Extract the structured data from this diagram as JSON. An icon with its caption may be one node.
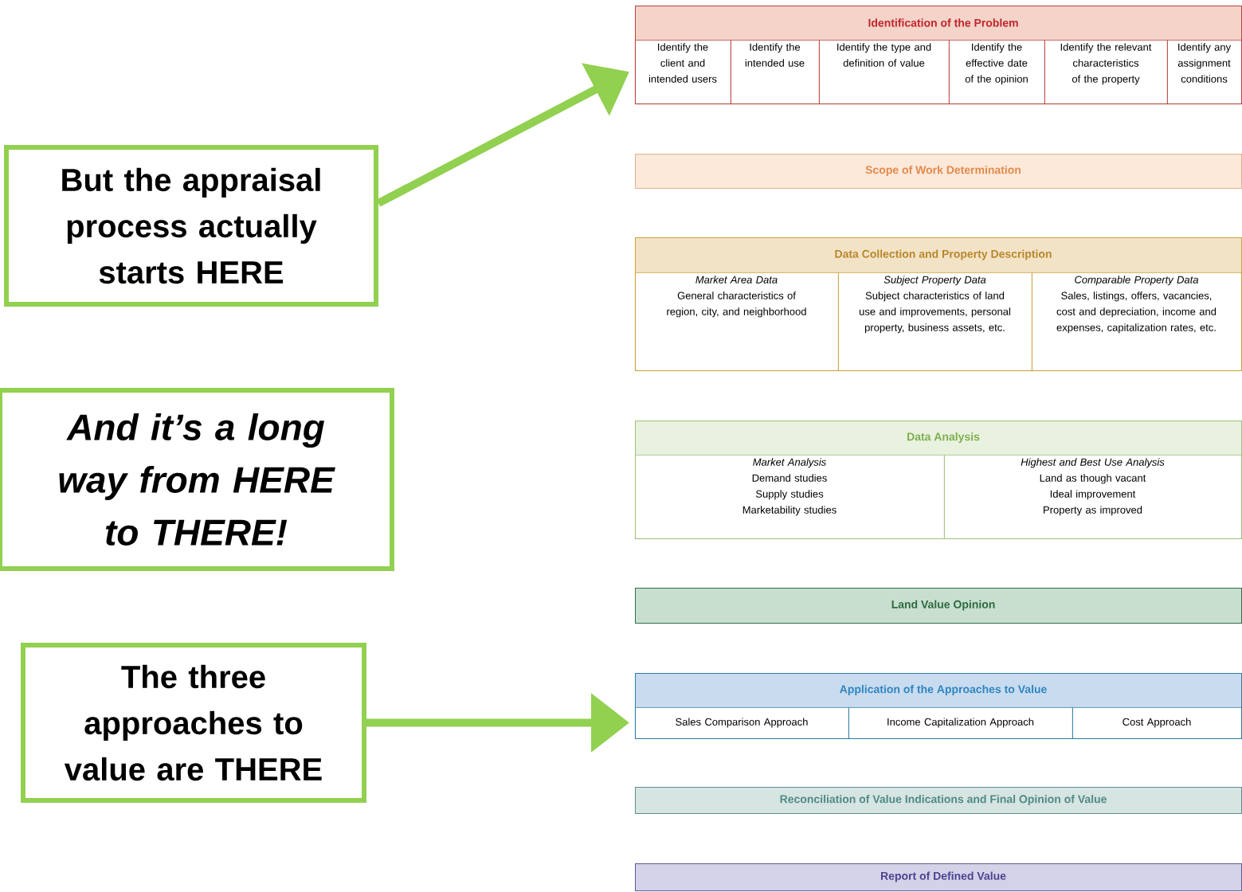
{
  "diagram": {
    "nodes": [
      {
        "text": [
          "But the appraisal process actually starts HERE"
        ]
      },
      {
        "text": [
          "And it’s a long way from HERE to THERE!"
        ]
      },
      {
        "text": [
          "The three approaches to value are THERE"
        ]
      },
      {
        "text": [
          "Identification of the Problem"
        ]
      },
      {
        "text": [
          "Identify the client and intended users"
        ],
        "in": 3
      },
      {
        "text": [
          "Identify the intended use"
        ],
        "in": 3
      },
      {
        "text": [
          "Identify the type and definition of value"
        ],
        "in": 3
      },
      {
        "text": [
          "Identify the effective date of the opinion"
        ],
        "in": 3
      },
      {
        "text": [
          "Identify the relevant characteristics of the property"
        ],
        "in": 3
      },
      {
        "text": [
          "Identify any assignment conditions"
        ],
        "in": 3
      },
      {
        "text": [
          "Scope of Work Determination"
        ]
      },
      {
        "text": [
          "Data Collection and Property Description"
        ]
      },
      {
        "text": [
          "Market Area Data",
          "General characteristics of region, city, and neighborhood"
        ],
        "in": 11
      },
      {
        "text": [
          "Subject Property Data",
          "Subject characteristics of land use and improvements, personal property, business assets, etc."
        ],
        "in": 11
      },
      {
        "text": [
          "Comparable Property Data",
          "Sales, listings, offers, vacancies, cost and depreciation, income and expenses, capitalization rates, etc."
        ],
        "in": 11
      },
      {
        "text": [
          "Data Analysis"
        ]
      },
      {
        "text": [
          "Market Analysis",
          "Demand studies",
          "Supply studies",
          "Marketability studies"
        ],
        "in": 15
      },
      {
        "text": [
          "Highest and Best Use Analysis",
          "Land as though vacant",
          "Ideal improvement",
          "Property as improved"
        ],
        "in": 15
      },
      {
        "text": [
          "Land Value Opinion"
        ]
      },
      {
        "text": [
          "Application of the Approaches to Value"
        ]
      },
      {
        "text": [
          "Sales Comparison Approach"
        ],
        "in": 19
      },
      {
        "text": [
          "Income Capitalization Approach"
        ],
        "in": 19
      },
      {
        "text": [
          "Cost Approach"
        ],
        "in": 19
      },
      {
        "text": [
          "Reconciliation of Value Indications and Final Opinion of Value"
        ]
      },
      {
        "text": [
          "Report of Defined Value"
        ]
      }
    ],
    "edges": [
      {
        "from": 0,
        "to": 3,
        "arrow": "to"
      },
      {
        "from": 2,
        "to": 19,
        "arrow": "to"
      }
    ]
  }
}
